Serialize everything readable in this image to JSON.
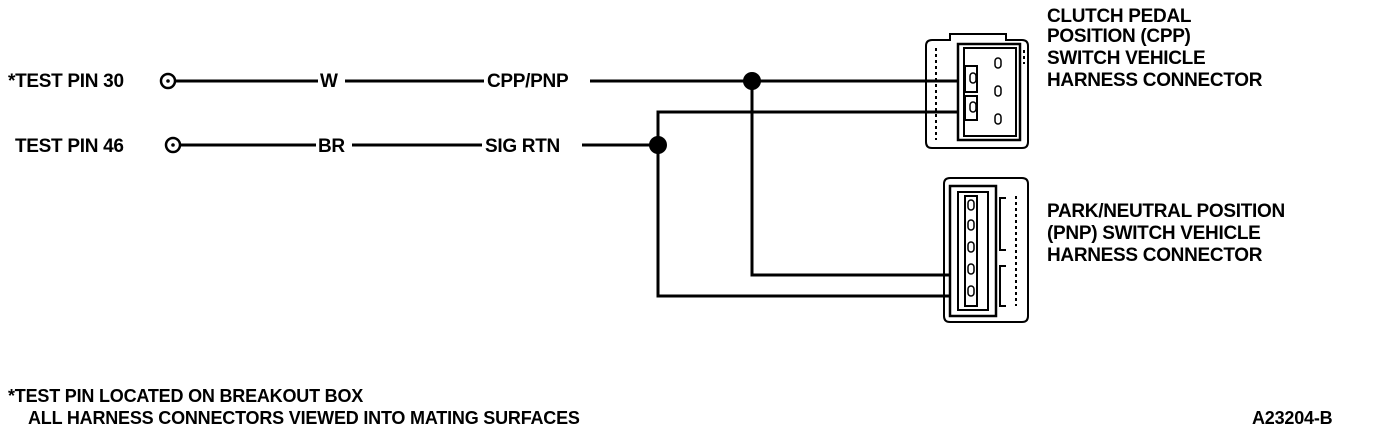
{
  "pins": [
    {
      "label": "*TEST PIN 30",
      "wire_color": "W",
      "circuit": "CPP/PNP"
    },
    {
      "label": "TEST PIN 46",
      "wire_color": "BR",
      "circuit": "SIG RTN"
    }
  ],
  "connectors": {
    "cpp": [
      "CLUTCH PEDAL",
      "POSITION (CPP)",
      "SWITCH VEHICLE",
      "HARNESS CONNECTOR"
    ],
    "pnp": [
      "PARK/NEUTRAL POSITION",
      "(PNP) SWITCH VEHICLE",
      "HARNESS CONNECTOR"
    ]
  },
  "notes": [
    "*TEST PIN LOCATED ON BREAKOUT BOX",
    "ALL HARNESS CONNECTORS VIEWED INTO MATING SURFACES"
  ],
  "figure_id": "A23204-B"
}
